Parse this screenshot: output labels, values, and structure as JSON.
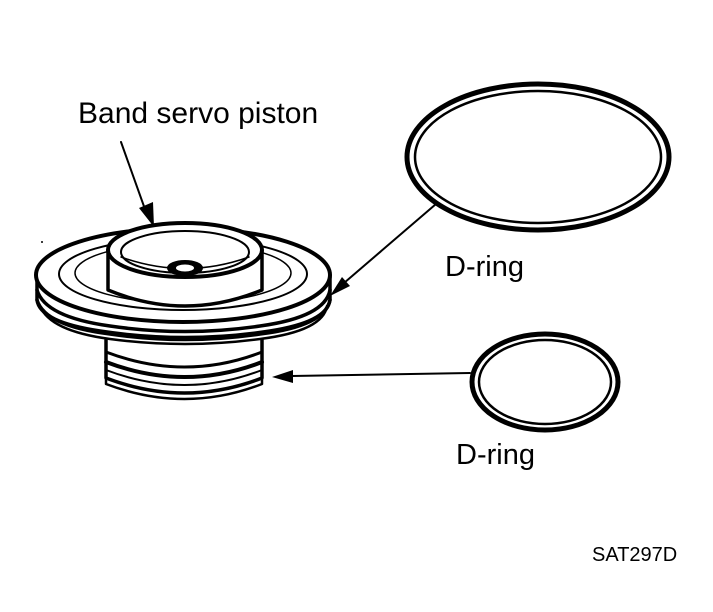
{
  "labels": {
    "band_servo_piston": "Band servo piston",
    "d_ring_large": "D-ring",
    "d_ring_small": "D-ring",
    "figure_code": "SAT297D"
  }
}
